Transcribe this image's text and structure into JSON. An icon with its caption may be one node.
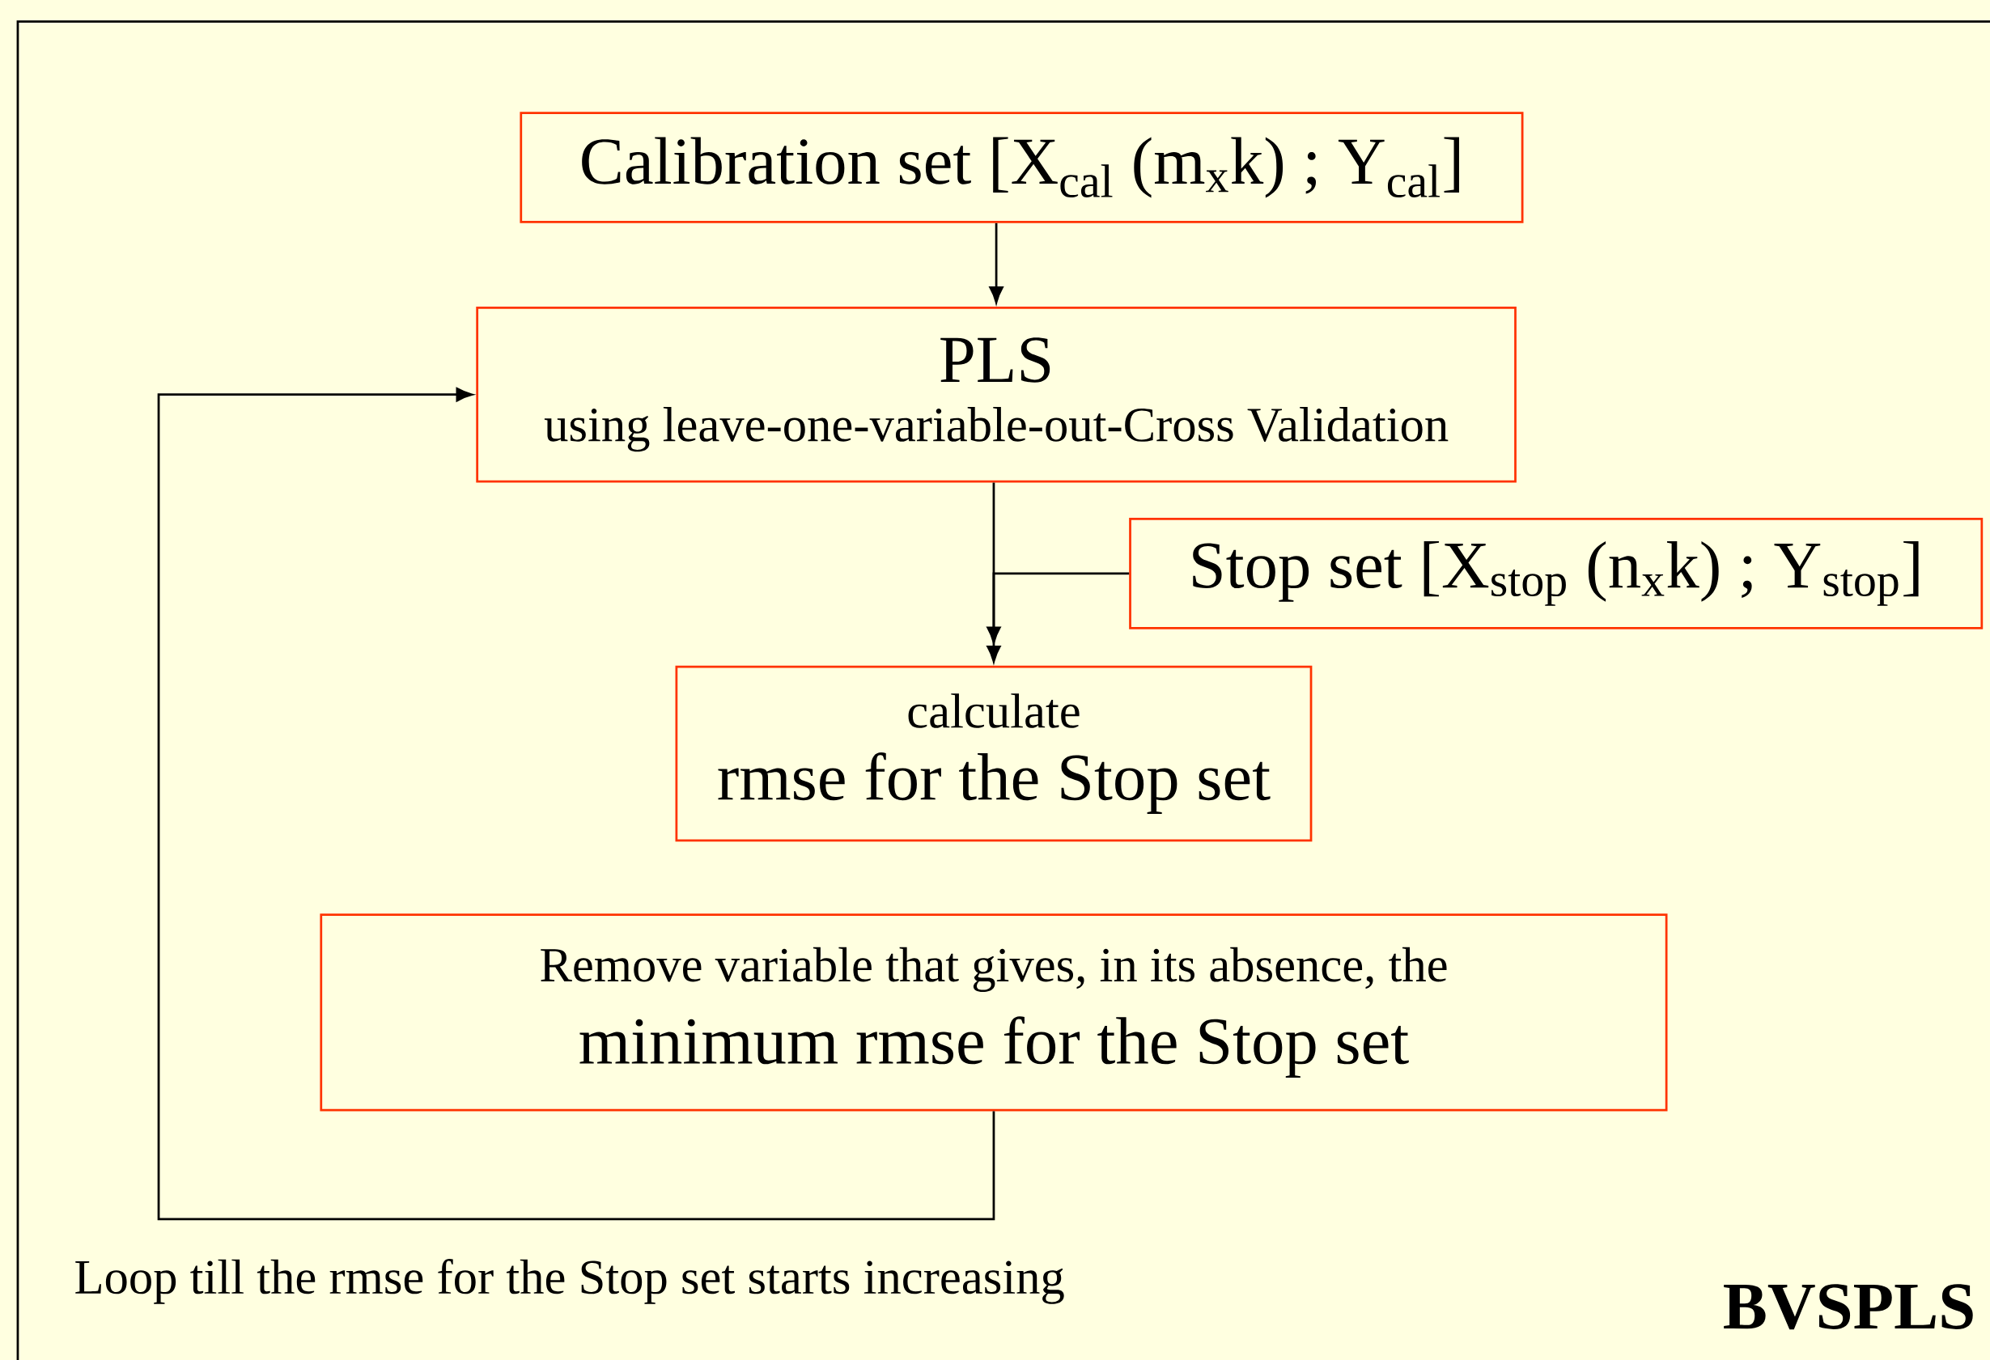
{
  "diagram": {
    "nodes": [
      {
        "text": [
          "Calibration set [X$_{cal}$ (m$_{x}$k) ; Y$_{cal}$]"
        ]
      },
      {
        "text": [
          "PLS",
          "using leave-one-variable-out-Cross Validation"
        ]
      },
      {
        "text": [
          "Stop set [X$_{stop}$ (n$_{x}$k) ; Y$_{stop}$]"
        ]
      },
      {
        "text": [
          "calculate",
          "rmse for the Stop set"
        ]
      },
      {
        "text": [
          "Remove variable that gives, in its absence, the",
          "minimum rmse for the Stop set"
        ]
      }
    ],
    "edges": [
      {
        "from": 0,
        "to": 1,
        "arrow": "to"
      },
      {
        "from": 1,
        "to": 3,
        "arrow": "to"
      },
      {
        "from": 2,
        "to": 3,
        "arrow": "to"
      },
      {
        "from": 4,
        "to": 1,
        "arrow": "to"
      }
    ],
    "labels": [
      "Loop till the rmse for the Stop set starts increasing",
      "BVSPLS"
    ]
  }
}
